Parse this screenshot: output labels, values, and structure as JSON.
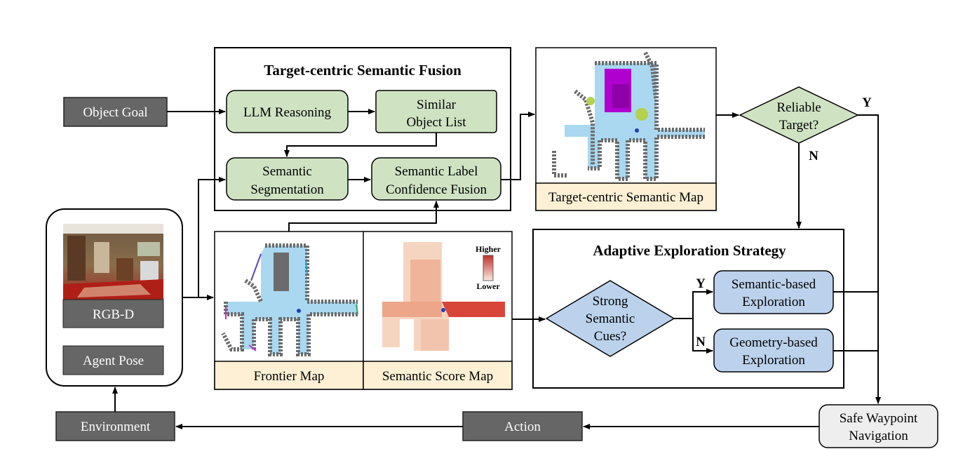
{
  "inputs": {
    "object_goal": "Object Goal",
    "rgbd": "RGB-D",
    "agent_pose": "Agent Pose",
    "environment": "Environment",
    "action": "Action"
  },
  "fusion": {
    "title": "Target-centric Semantic Fusion",
    "llm": "LLM Reasoning",
    "similar_1": "Similar",
    "similar_2": "Object List",
    "segmentation_1": "Semantic",
    "segmentation_2": "Segmentation",
    "confidence_1": "Semantic Label",
    "confidence_2": "Confidence Fusion"
  },
  "maps": {
    "target_map": "Target-centric Semantic Map",
    "frontier_map": "Frontier Map",
    "score_map": "Semantic Score Map",
    "legend_higher": "Higher",
    "legend_lower": "Lower"
  },
  "decision": {
    "reliable_1": "Reliable",
    "reliable_2": "Target?",
    "yes": "Y",
    "no": "N"
  },
  "exploration": {
    "title": "Adaptive Exploration Strategy",
    "strong_1": "Strong",
    "strong_2": "Semantic",
    "strong_3": "Cues?",
    "yes": "Y",
    "no": "N",
    "semantic_1": "Semantic-based",
    "semantic_2": "Exploration",
    "geometry_1": "Geometry-based",
    "geometry_2": "Exploration"
  },
  "navigation": {
    "line1": "Safe Waypoint",
    "line2": "Navigation"
  },
  "colors": {
    "dark_box": "#666666",
    "green_box": "#cfe3c3",
    "blue_box": "#bcd2ec",
    "caption_bg": "#fdf0d5",
    "map_floor": "#a9d8f0",
    "map_wall": "#6b6b6b",
    "target_purple": "#b000d0"
  }
}
